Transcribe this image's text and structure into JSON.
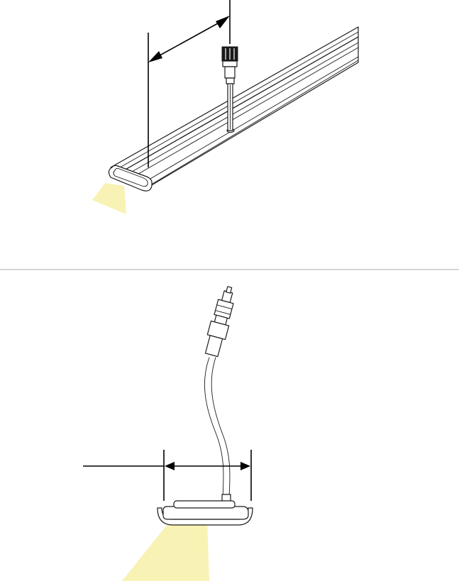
{
  "colors": {
    "background": "#ffffff",
    "line": "#1a1a1a",
    "light_beam": "#f8f2b4",
    "divider": "#c8c8c8"
  },
  "views": [
    {
      "name": "perspective-view",
      "parts": [
        "aluminium-profile",
        "end-cap",
        "cable",
        "connector",
        "light-beam",
        "length-dimension"
      ]
    },
    {
      "name": "section-view",
      "parts": [
        "profile-cross-section",
        "cable",
        "connector",
        "light-beam",
        "width-dimension"
      ]
    }
  ]
}
